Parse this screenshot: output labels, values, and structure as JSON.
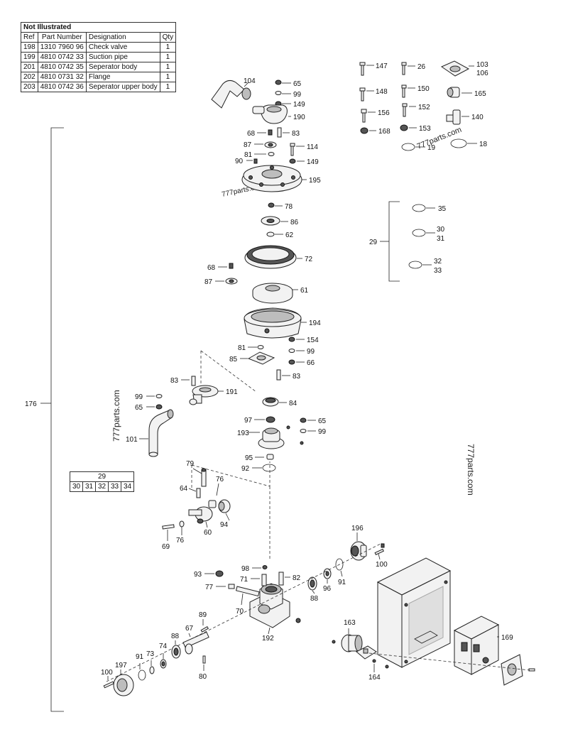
{
  "not_illustrated": {
    "title": "Not Illustrated",
    "headers": [
      "Ref",
      "Part Number",
      "Designation",
      "Qty"
    ],
    "rows": [
      [
        "198",
        "1310 7960 96",
        "Check valve",
        "1"
      ],
      [
        "199",
        "4810 0742 33",
        "Suction pipe",
        "1"
      ],
      [
        "201",
        "4810 0742 35",
        "Seperator body",
        "1"
      ],
      [
        "202",
        "4810 0731 32",
        " Flange",
        "1"
      ],
      [
        "203",
        "4810 0742 36",
        "Seperator upper body",
        "1"
      ]
    ]
  },
  "ref29_table": {
    "header": "29",
    "cells": [
      "30",
      "31",
      "32",
      "33",
      "34"
    ]
  },
  "watermarks": [
    "777parts.com",
    "777parts.com",
    "777parts.com",
    "777parts.com"
  ],
  "labels": {
    "l176": "176",
    "l29": "29",
    "l147": "147",
    "l26": "26",
    "l103": "103",
    "l106": "106",
    "l148": "148",
    "l150": "150",
    "l165": "165",
    "l156": "156",
    "l152": "152",
    "l140": "140",
    "l168": "168",
    "l153": "153",
    "l19": "19",
    "l18": "18",
    "l104": "104",
    "l65a": "65",
    "l99a": "99",
    "l149a": "149",
    "l190": "190",
    "l68a": "68",
    "l83a": "83",
    "l87a": "87",
    "l114": "114",
    "l81a": "81",
    "l90": "90",
    "l149b": "149",
    "l195": "195",
    "l78": "78",
    "l86": "86",
    "l62": "62",
    "l72": "72",
    "l35": "35",
    "l30": "30",
    "l31": "31",
    "l32": "32",
    "l33": "33",
    "l68b": "68",
    "l87b": "87",
    "l61": "61",
    "l194": "194",
    "l81b": "81",
    "l154": "154",
    "l99b": "99",
    "l85": "85",
    "l66": "66",
    "l83b": "83",
    "l83c": "83",
    "l191": "191",
    "l99c": "99",
    "l65b": "65",
    "l84": "84",
    "l97": "97",
    "l65c": "65",
    "l193": "193",
    "l99d": "99",
    "l101": "101",
    "l95": "95",
    "l92": "92",
    "l79": "79",
    "l64": "64",
    "l76a": "76",
    "l94": "94",
    "l60": "60",
    "l69": "69",
    "l76b": "76",
    "l196": "196",
    "l100a": "100",
    "l93": "93",
    "l98": "98",
    "l71": "71",
    "l82": "82",
    "l77": "77",
    "l88a": "88",
    "l96": "96",
    "l91a": "91",
    "l70": "70",
    "l192": "192",
    "l89": "89",
    "l67": "67",
    "l88b": "88",
    "l74": "74",
    "l73": "73",
    "l91b": "91",
    "l197": "197",
    "l100b": "100",
    "l80": "80",
    "l163": "163",
    "l164": "164",
    "l169": "169"
  }
}
